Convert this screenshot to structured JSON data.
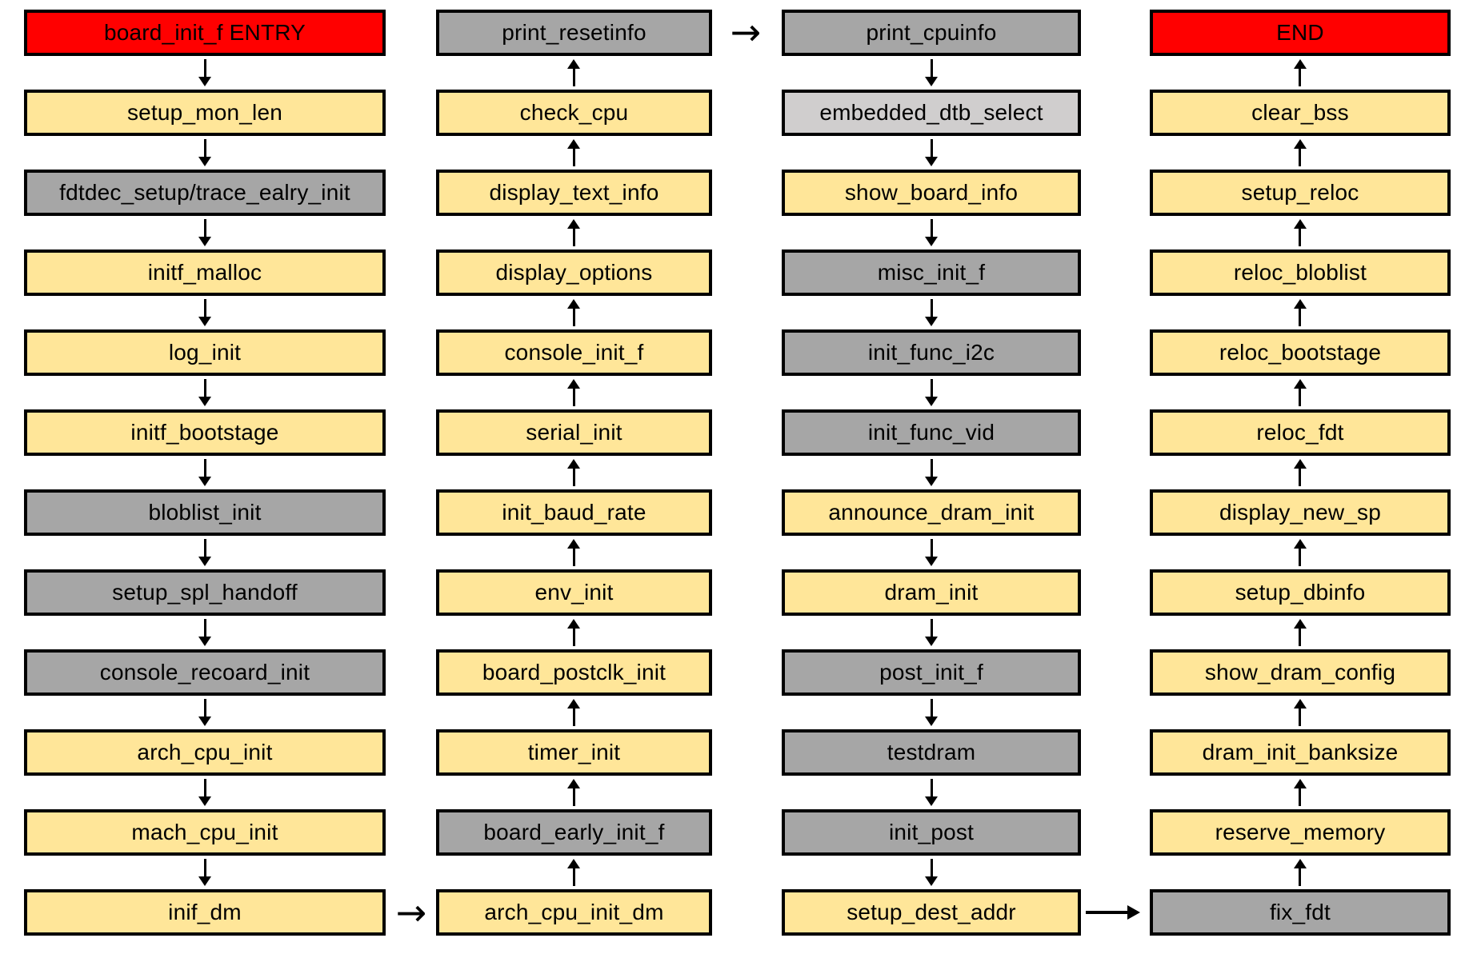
{
  "colors": {
    "start_end": "#ff0000",
    "normal_step": "#ffe699",
    "optional_step": "#a6a6a6",
    "light_step": "#d0cece",
    "border": "#000000",
    "background": "#ffffff"
  },
  "connectors": [
    {
      "from": "inif_dm",
      "to": "arch_cpu_init_dm",
      "style": "chevron",
      "glyph": "→"
    },
    {
      "from": "print_resetinfo",
      "to": "print_cpuinfo",
      "style": "chevron",
      "glyph": "→"
    },
    {
      "from": "setup_dest_addr",
      "to": "fix_fdt",
      "style": "solid",
      "glyph": "→"
    }
  ],
  "columns": [
    {
      "flow": "down",
      "items": [
        {
          "label": "board_init_f ENTRY",
          "color": "red"
        },
        {
          "label": "setup_mon_len",
          "color": "yellow"
        },
        {
          "label": "fdtdec_setup/trace_ealry_init",
          "color": "gray"
        },
        {
          "label": "initf_malloc",
          "color": "yellow"
        },
        {
          "label": "log_init",
          "color": "yellow"
        },
        {
          "label": "initf_bootstage",
          "color": "yellow"
        },
        {
          "label": "bloblist_init",
          "color": "gray"
        },
        {
          "label": "setup_spl_handoff",
          "color": "gray"
        },
        {
          "label": "console_recoard_init",
          "color": "gray"
        },
        {
          "label": "arch_cpu_init",
          "color": "yellow"
        },
        {
          "label": "mach_cpu_init",
          "color": "yellow"
        },
        {
          "label": "inif_dm",
          "color": "yellow"
        }
      ]
    },
    {
      "flow": "up",
      "items": [
        {
          "label": "print_resetinfo",
          "color": "gray"
        },
        {
          "label": "check_cpu",
          "color": "yellow"
        },
        {
          "label": "display_text_info",
          "color": "yellow"
        },
        {
          "label": "display_options",
          "color": "yellow"
        },
        {
          "label": "console_init_f",
          "color": "yellow"
        },
        {
          "label": "serial_init",
          "color": "yellow"
        },
        {
          "label": "init_baud_rate",
          "color": "yellow"
        },
        {
          "label": "env_init",
          "color": "yellow"
        },
        {
          "label": "board_postclk_init",
          "color": "yellow"
        },
        {
          "label": "timer_init",
          "color": "yellow"
        },
        {
          "label": "board_early_init_f",
          "color": "gray"
        },
        {
          "label": "arch_cpu_init_dm",
          "color": "yellow"
        }
      ]
    },
    {
      "flow": "down",
      "items": [
        {
          "label": "print_cpuinfo",
          "color": "gray"
        },
        {
          "label": "embedded_dtb_select",
          "color": "lightgray"
        },
        {
          "label": "show_board_info",
          "color": "yellow"
        },
        {
          "label": "misc_init_f",
          "color": "gray"
        },
        {
          "label": "init_func_i2c",
          "color": "gray"
        },
        {
          "label": "init_func_vid",
          "color": "gray"
        },
        {
          "label": "announce_dram_init",
          "color": "yellow"
        },
        {
          "label": "dram_init",
          "color": "yellow"
        },
        {
          "label": "post_init_f",
          "color": "gray"
        },
        {
          "label": "testdram",
          "color": "gray"
        },
        {
          "label": "init_post",
          "color": "gray"
        },
        {
          "label": "setup_dest_addr",
          "color": "yellow"
        }
      ]
    },
    {
      "flow": "up",
      "items": [
        {
          "label": "END",
          "color": "red"
        },
        {
          "label": "clear_bss",
          "color": "yellow"
        },
        {
          "label": "setup_reloc",
          "color": "yellow"
        },
        {
          "label": "reloc_bloblist",
          "color": "yellow"
        },
        {
          "label": "reloc_bootstage",
          "color": "yellow"
        },
        {
          "label": "reloc_fdt",
          "color": "yellow"
        },
        {
          "label": "display_new_sp",
          "color": "yellow"
        },
        {
          "label": "setup_dbinfo",
          "color": "yellow"
        },
        {
          "label": "show_dram_config",
          "color": "yellow"
        },
        {
          "label": "dram_init_banksize",
          "color": "yellow"
        },
        {
          "label": "reserve_memory",
          "color": "yellow"
        },
        {
          "label": "fix_fdt",
          "color": "gray"
        }
      ]
    }
  ]
}
